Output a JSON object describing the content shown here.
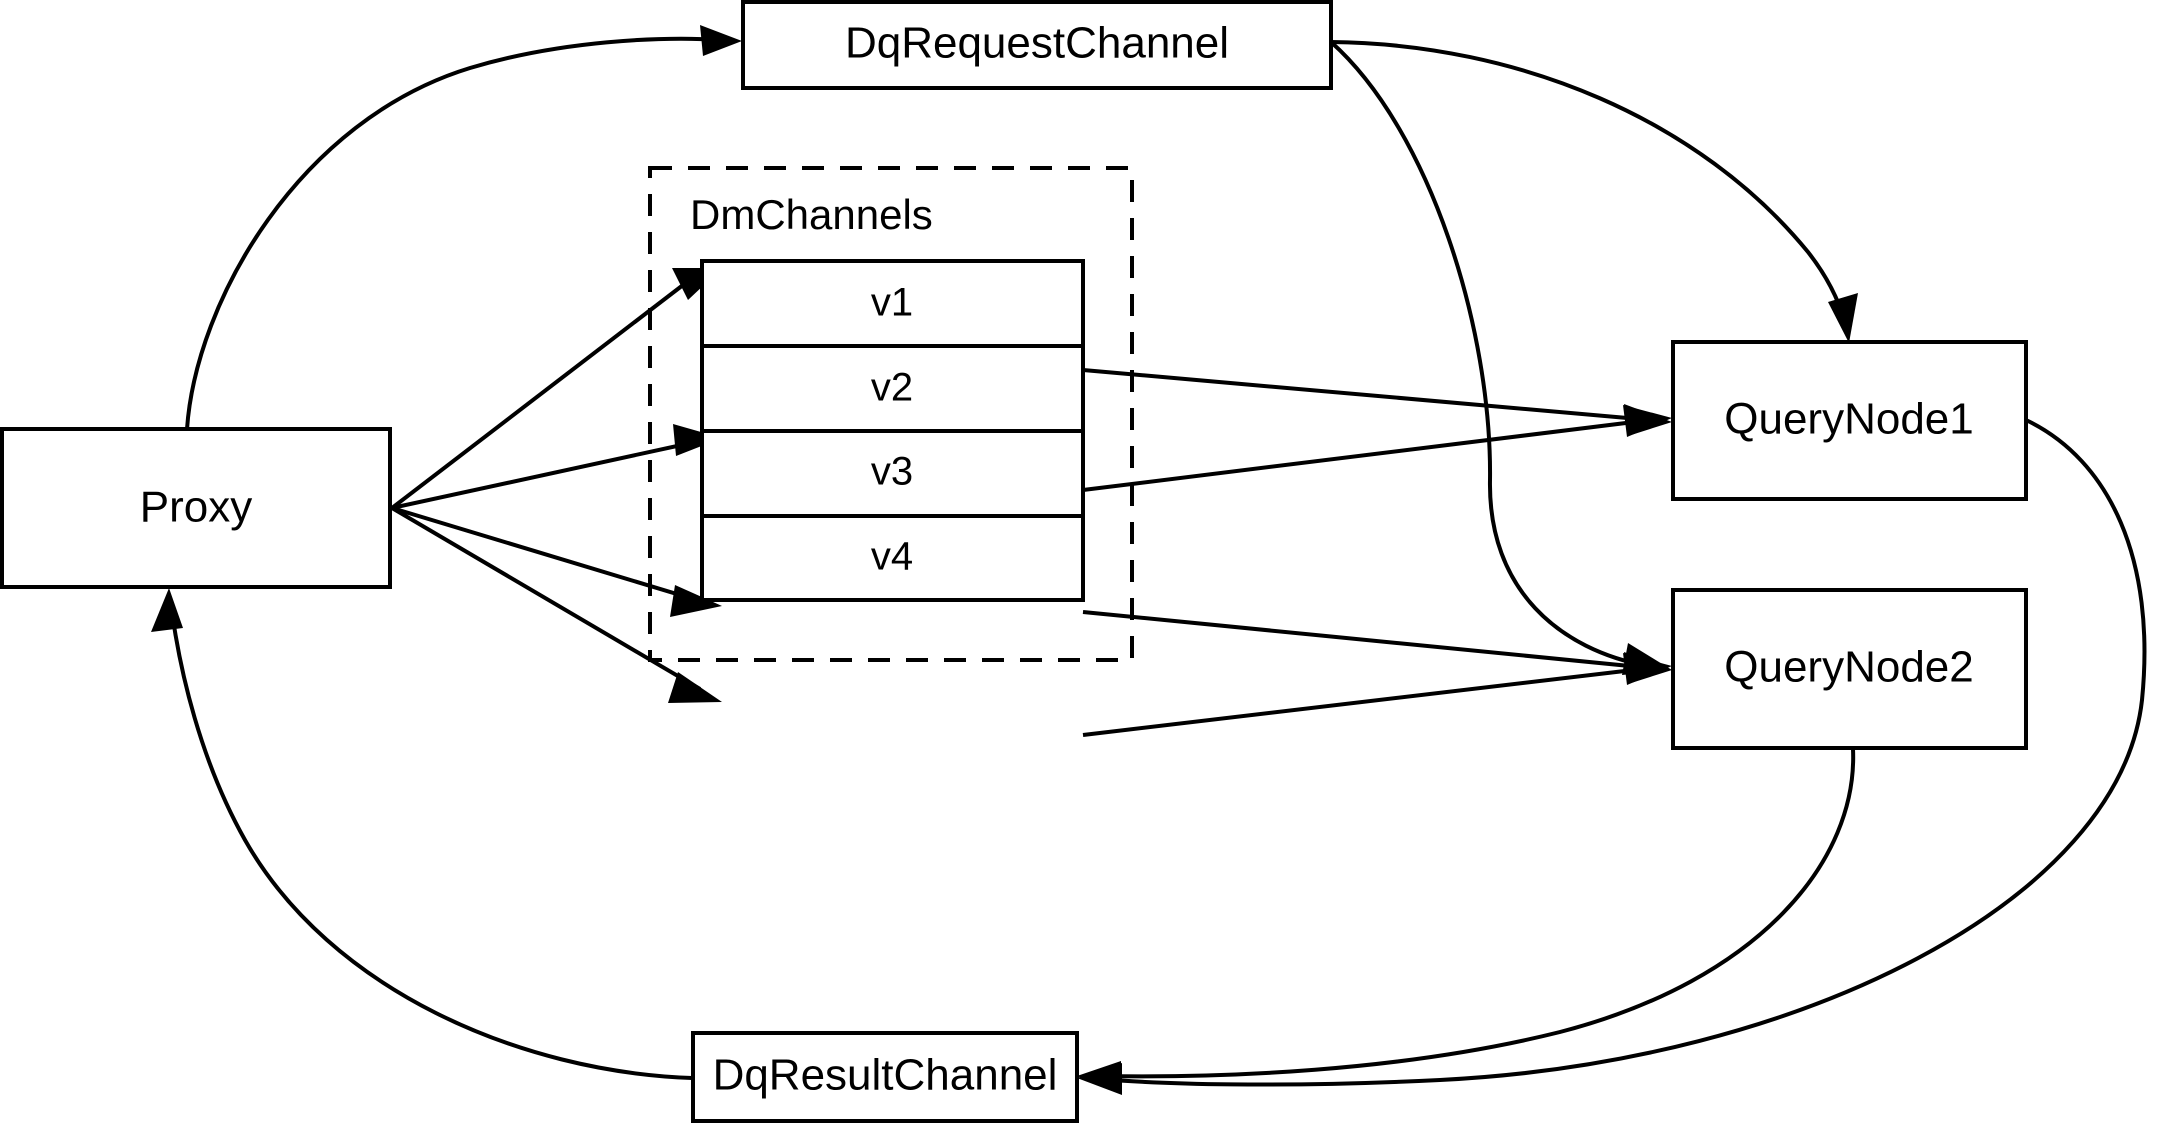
{
  "diagram": {
    "title": "Milvus query flow via DqRequestChannel, DmChannels and QueryNodes",
    "background_color": "#ffffff",
    "stroke_color": "#000000",
    "nodes": {
      "proxy": {
        "label": "Proxy"
      },
      "dq_request_channel": {
        "label": "DqRequestChannel"
      },
      "dq_result_channel": {
        "label": "DqResultChannel"
      },
      "query_node_1": {
        "label": "QueryNode1"
      },
      "query_node_2": {
        "label": "QueryNode2"
      },
      "dm_channels_group": {
        "label": "DmChannels"
      }
    },
    "dm_channel_rows": [
      {
        "label": "v1"
      },
      {
        "label": "v2"
      },
      {
        "label": "v3"
      },
      {
        "label": "v4"
      }
    ],
    "edges": [
      {
        "from": "Proxy",
        "to": "DqRequestChannel",
        "style": "curved",
        "arrow": true
      },
      {
        "from": "Proxy",
        "to": "v1",
        "style": "straight",
        "arrow": true
      },
      {
        "from": "Proxy",
        "to": "v2",
        "style": "straight",
        "arrow": true
      },
      {
        "from": "Proxy",
        "to": "v3",
        "style": "straight",
        "arrow": true
      },
      {
        "from": "Proxy",
        "to": "v4",
        "style": "straight",
        "arrow": true
      },
      {
        "from": "v1",
        "to": "QueryNode1",
        "style": "straight",
        "arrow": true
      },
      {
        "from": "v2",
        "to": "QueryNode1",
        "style": "straight",
        "arrow": true
      },
      {
        "from": "v3",
        "to": "QueryNode2",
        "style": "straight",
        "arrow": true
      },
      {
        "from": "v4",
        "to": "QueryNode2",
        "style": "straight",
        "arrow": true
      },
      {
        "from": "DqRequestChannel",
        "to": "QueryNode1",
        "style": "curved",
        "arrow": true
      },
      {
        "from": "DqRequestChannel",
        "to": "QueryNode2",
        "style": "curved",
        "arrow": true
      },
      {
        "from": "QueryNode1",
        "to": "DqResultChannel",
        "style": "curved",
        "arrow": true
      },
      {
        "from": "QueryNode2",
        "to": "DqResultChannel",
        "style": "curved",
        "arrow": true
      },
      {
        "from": "DqResultChannel",
        "to": "Proxy",
        "style": "curved",
        "arrow": true
      }
    ]
  }
}
